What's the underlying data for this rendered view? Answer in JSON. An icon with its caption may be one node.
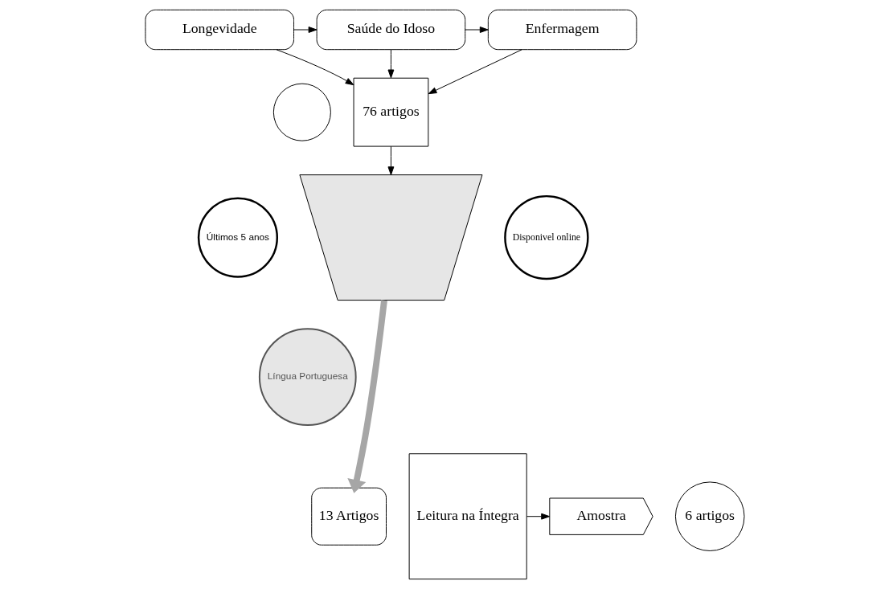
{
  "diagram": {
    "nodes": [
      {
        "text": [
          "Longevidade"
        ]
      },
      {
        "text": [
          "Saúde do Idoso"
        ]
      },
      {
        "text": [
          "Enfermagem"
        ]
      },
      {
        "text": [],
        "shape": "circle"
      },
      {
        "text": [
          "76 artigos"
        ]
      },
      {
        "text": [],
        "shape": "funnel"
      },
      {
        "text": [
          "Últimos 5 anos"
        ]
      },
      {
        "text": [
          "Disponivel online"
        ]
      },
      {
        "text": [
          "Língua Portuguesa"
        ]
      },
      {
        "text": [
          "13 Artigos"
        ]
      },
      {
        "text": [
          "Leitura na Íntegra"
        ]
      },
      {
        "text": [
          "Amostra"
        ]
      },
      {
        "text": [
          "6 artigos"
        ]
      }
    ],
    "edges": [
      {
        "from": 0,
        "to": 1,
        "arrow": "to"
      },
      {
        "from": 1,
        "to": 2,
        "arrow": "to"
      },
      {
        "from": 0,
        "to": 4,
        "arrow": "to"
      },
      {
        "from": 1,
        "to": 4,
        "arrow": "to"
      },
      {
        "from": 2,
        "to": 4,
        "arrow": "to"
      },
      {
        "from": 4,
        "to": 5,
        "arrow": "to"
      },
      {
        "from": 5,
        "to": 9,
        "arrow": "to",
        "style": "thick",
        "color": "#a6a6a6"
      },
      {
        "from": 10,
        "to": 11,
        "arrow": "to"
      }
    ]
  }
}
